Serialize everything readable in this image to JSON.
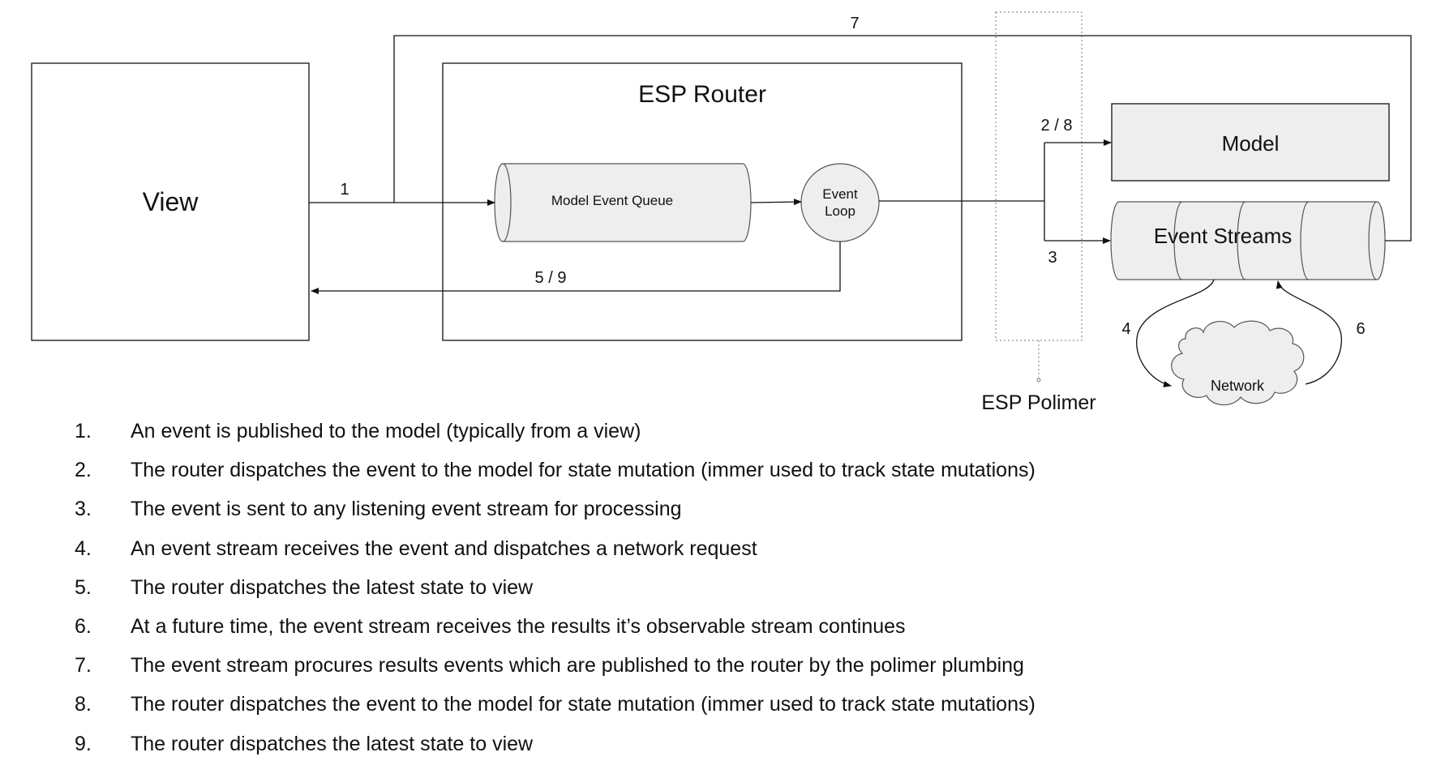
{
  "diagram": {
    "view_label": "View",
    "router_title": "ESP Router",
    "queue_label": "Model Event Queue",
    "loop_label_line1": "Event",
    "loop_label_line2": "Loop",
    "model_label": "Model",
    "streams_label": "Event Streams",
    "network_label": "Network",
    "polimer_label": "ESP Polimer",
    "edges": {
      "e1": "1",
      "e28": "2 / 8",
      "e3": "3",
      "e4": "4",
      "e59": "5 / 9",
      "e6": "6",
      "e7": "7"
    }
  },
  "steps": [
    {
      "num": "1.",
      "text": "An event is published to the model (typically from a view)"
    },
    {
      "num": "2.",
      "text": "The router dispatches the event to the model for state mutation (immer used to track state mutations)"
    },
    {
      "num": "3.",
      "text": "The event is sent to any listening event stream for processing"
    },
    {
      "num": "4.",
      "text": "An event stream receives the event and dispatches a network request"
    },
    {
      "num": "5.",
      "text": "The router dispatches the latest state to view"
    },
    {
      "num": "6.",
      "text": "At a future time, the event stream receives the results it’s observable stream continues"
    },
    {
      "num": "7.",
      "text": "The event stream procures results events which are published to the router by the polimer plumbing"
    },
    {
      "num": "8.",
      "text": "The router dispatches the event to the model for state mutation (immer used to track state mutations)"
    },
    {
      "num": "9.",
      "text": "The router dispatches the latest state to view"
    }
  ]
}
